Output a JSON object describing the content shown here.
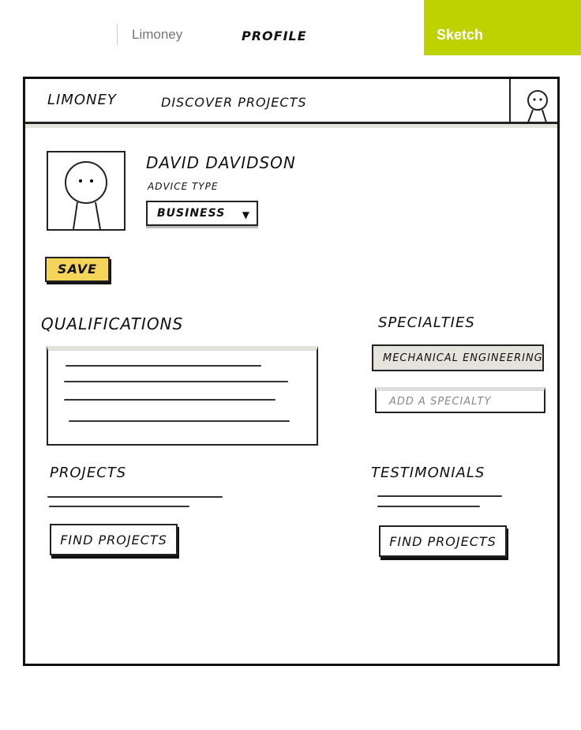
{
  "topbar": {
    "app_name": "Limoney",
    "page_name": "PROFILE",
    "badge": "Sketch",
    "badge_color": "#bed200"
  },
  "nav": {
    "logo": "LIMONEY",
    "discover": "DISCOVER PROJECTS"
  },
  "profile": {
    "name": "DAVID DAVIDSON",
    "advice_label": "ADVICE TYPE",
    "advice_value": "BUSINESS",
    "save_label": "SAVE",
    "save_color": "#f5d45a"
  },
  "qualifications": {
    "title": "QUALIFICATIONS"
  },
  "specialties": {
    "title": "SPECIALTIES",
    "tags": [
      "MECHANICAL ENGINEERING"
    ],
    "placeholder": "ADD A SPECIALTY"
  },
  "projects": {
    "title": "PROJECTS",
    "button": "FIND PROJECTS"
  },
  "testimonials": {
    "title": "TESTIMONIALS",
    "button": "FIND PROJECTS"
  }
}
